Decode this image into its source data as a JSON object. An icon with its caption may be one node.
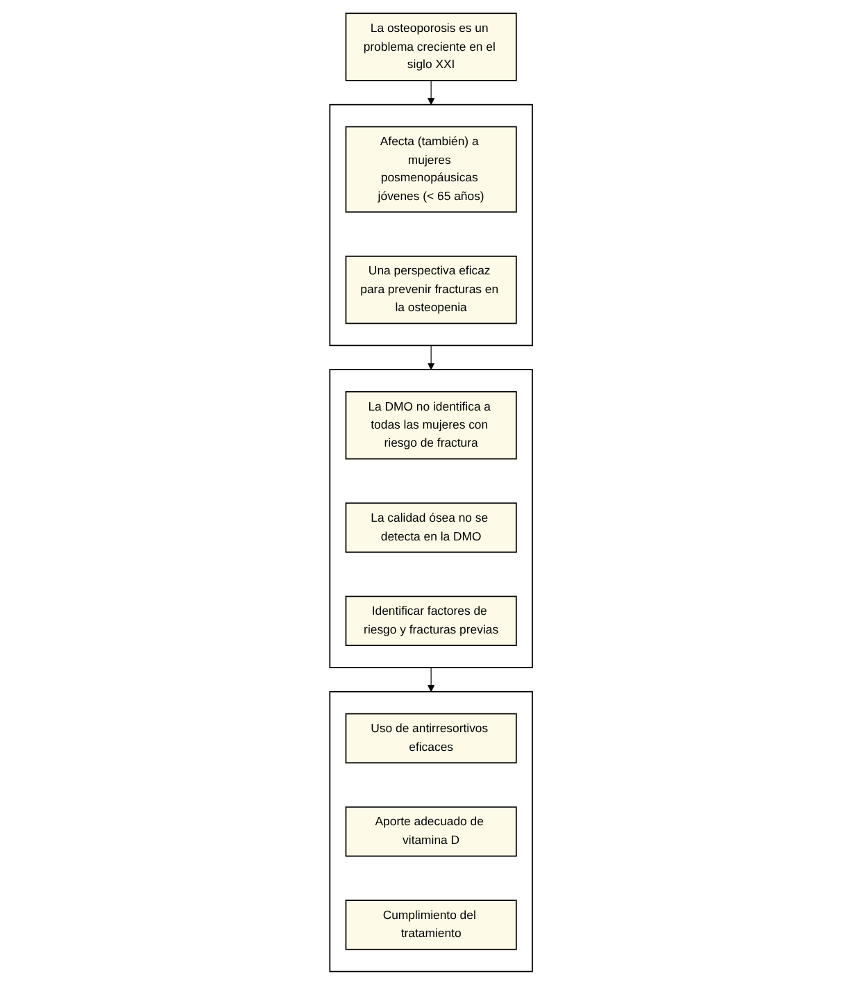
{
  "diagram": {
    "nodes": [
      {
        "text": [
          "La osteoporosis es un problema creciente en el siglo XXI"
        ]
      },
      {
        "text": [],
        "shape": "box"
      },
      {
        "text": [
          "Afecta (también) a mujeres posmenopáusicas jóvenes (< 65 años)"
        ],
        "in": 1
      },
      {
        "text": [
          "Una perspectiva eficaz para prevenir fracturas en la osteopenia"
        ],
        "in": 1
      },
      {
        "text": [],
        "shape": "box"
      },
      {
        "text": [
          "La DMO no identifica a todas las mujeres con riesgo de fractura"
        ],
        "in": 4
      },
      {
        "text": [
          "La calidad ósea no se detecta en la DMO"
        ],
        "in": 4
      },
      {
        "text": [
          "Identificar factores de riesgo y fracturas previas"
        ],
        "in": 4
      },
      {
        "text": [],
        "shape": "box"
      },
      {
        "text": [
          "Uso de antirresortivos eficaces"
        ],
        "in": 8
      },
      {
        "text": [
          "Aporte adecuado de vitamina D"
        ],
        "in": 8
      },
      {
        "text": [
          "Cumplimiento del tratamiento"
        ],
        "in": 8
      }
    ],
    "edges": [
      {
        "from": 0,
        "to": 1,
        "arrow": "to"
      },
      {
        "from": 1,
        "to": 4,
        "arrow": "to"
      },
      {
        "from": 4,
        "to": 8,
        "arrow": "to"
      }
    ]
  }
}
